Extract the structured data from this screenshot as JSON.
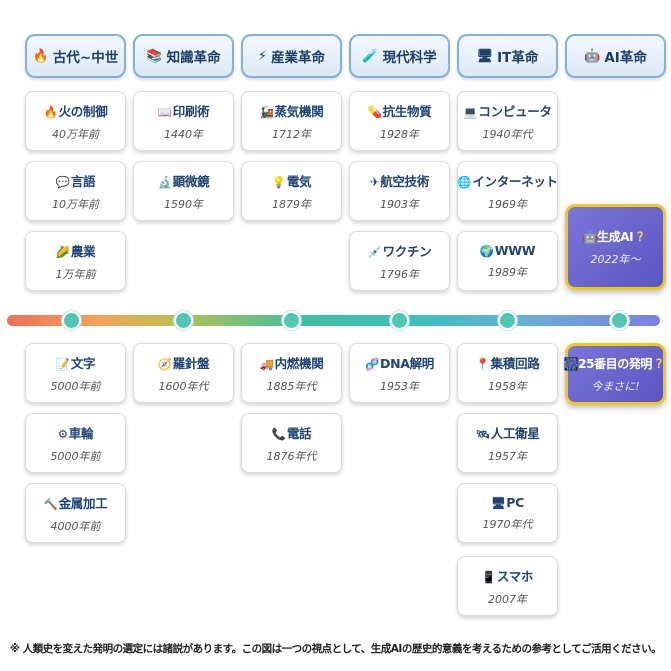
{
  "headers": [
    {
      "icon": "🔥",
      "label": "古代~中世"
    },
    {
      "icon": "📚",
      "label": "知識革命"
    },
    {
      "icon": "⚡",
      "label": "産業革命"
    },
    {
      "icon": "🧪",
      "label": "現代科学"
    },
    {
      "icon": "🖥",
      "label": "IT革命"
    },
    {
      "icon": "🤖",
      "label": "AI革命"
    }
  ],
  "upper": [
    [
      {
        "icon": "🔥",
        "title": "火の制御",
        "date": "40万年前"
      },
      {
        "icon": "💬",
        "title": "言語",
        "date": "10万年前"
      },
      {
        "icon": "🌽",
        "title": "農業",
        "date": "1万年前"
      }
    ],
    [
      {
        "icon": "📖",
        "title": "印刷術",
        "date": "1440年"
      },
      {
        "icon": "🔬",
        "title": "顕微鏡",
        "date": "1590年"
      }
    ],
    [
      {
        "icon": "🚂",
        "title": "蒸気機関",
        "date": "1712年"
      },
      {
        "icon": "💡",
        "title": "電気",
        "date": "1879年"
      }
    ],
    [
      {
        "icon": "💊",
        "title": "抗生物質",
        "date": "1928年"
      },
      {
        "icon": "✈",
        "title": "航空技術",
        "date": "1903年"
      },
      {
        "icon": "💉",
        "title": "ワクチン",
        "date": "1796年"
      }
    ],
    [
      {
        "icon": "💻",
        "title": "コンピュータ",
        "date": "1940年代"
      },
      {
        "icon": "🌐",
        "title": "インターネット",
        "date": "1969年"
      },
      {
        "icon": "🌍",
        "title": "WWW",
        "date": "1989年"
      }
    ]
  ],
  "lower": [
    [
      {
        "icon": "📝",
        "title": "文字",
        "date": "5000年前"
      },
      {
        "icon": "⚙",
        "title": "車輪",
        "date": "5000年前"
      },
      {
        "icon": "🔨",
        "title": "金属加工",
        "date": "4000年前"
      }
    ],
    [
      {
        "icon": "🧭",
        "title": "羅針盤",
        "date": "1600年代"
      }
    ],
    [
      {
        "icon": "🚚",
        "title": "内燃機関",
        "date": "1885年代"
      },
      {
        "icon": "📞",
        "title": "電話",
        "date": "1876年代"
      }
    ],
    [
      {
        "icon": "🧬",
        "title": "DNA解明",
        "date": "1953年"
      }
    ],
    [
      {
        "icon": "📍",
        "title": "集積回路",
        "date": "1958年"
      },
      {
        "icon": "🛰",
        "title": "人工衛星",
        "date": "1957年"
      },
      {
        "icon": "🖥",
        "title": "PC",
        "date": "1970年代"
      },
      {
        "icon": "📱",
        "title": "スマホ",
        "date": "2007年"
      }
    ]
  ],
  "ai_upper": {
    "icon": "🤖",
    "title": "生成AI",
    "q": "？",
    "date": "2022年～"
  },
  "ai_lower": {
    "icon": "🎆",
    "title": "25番目の発明",
    "q": "？",
    "sub": "今まさに!"
  },
  "footnote": "※ 人類史を変えた発明の選定には諸説があります。この図は一つの視点として、生成AIの歴史的意義を考えるための参考としてご活用ください。"
}
